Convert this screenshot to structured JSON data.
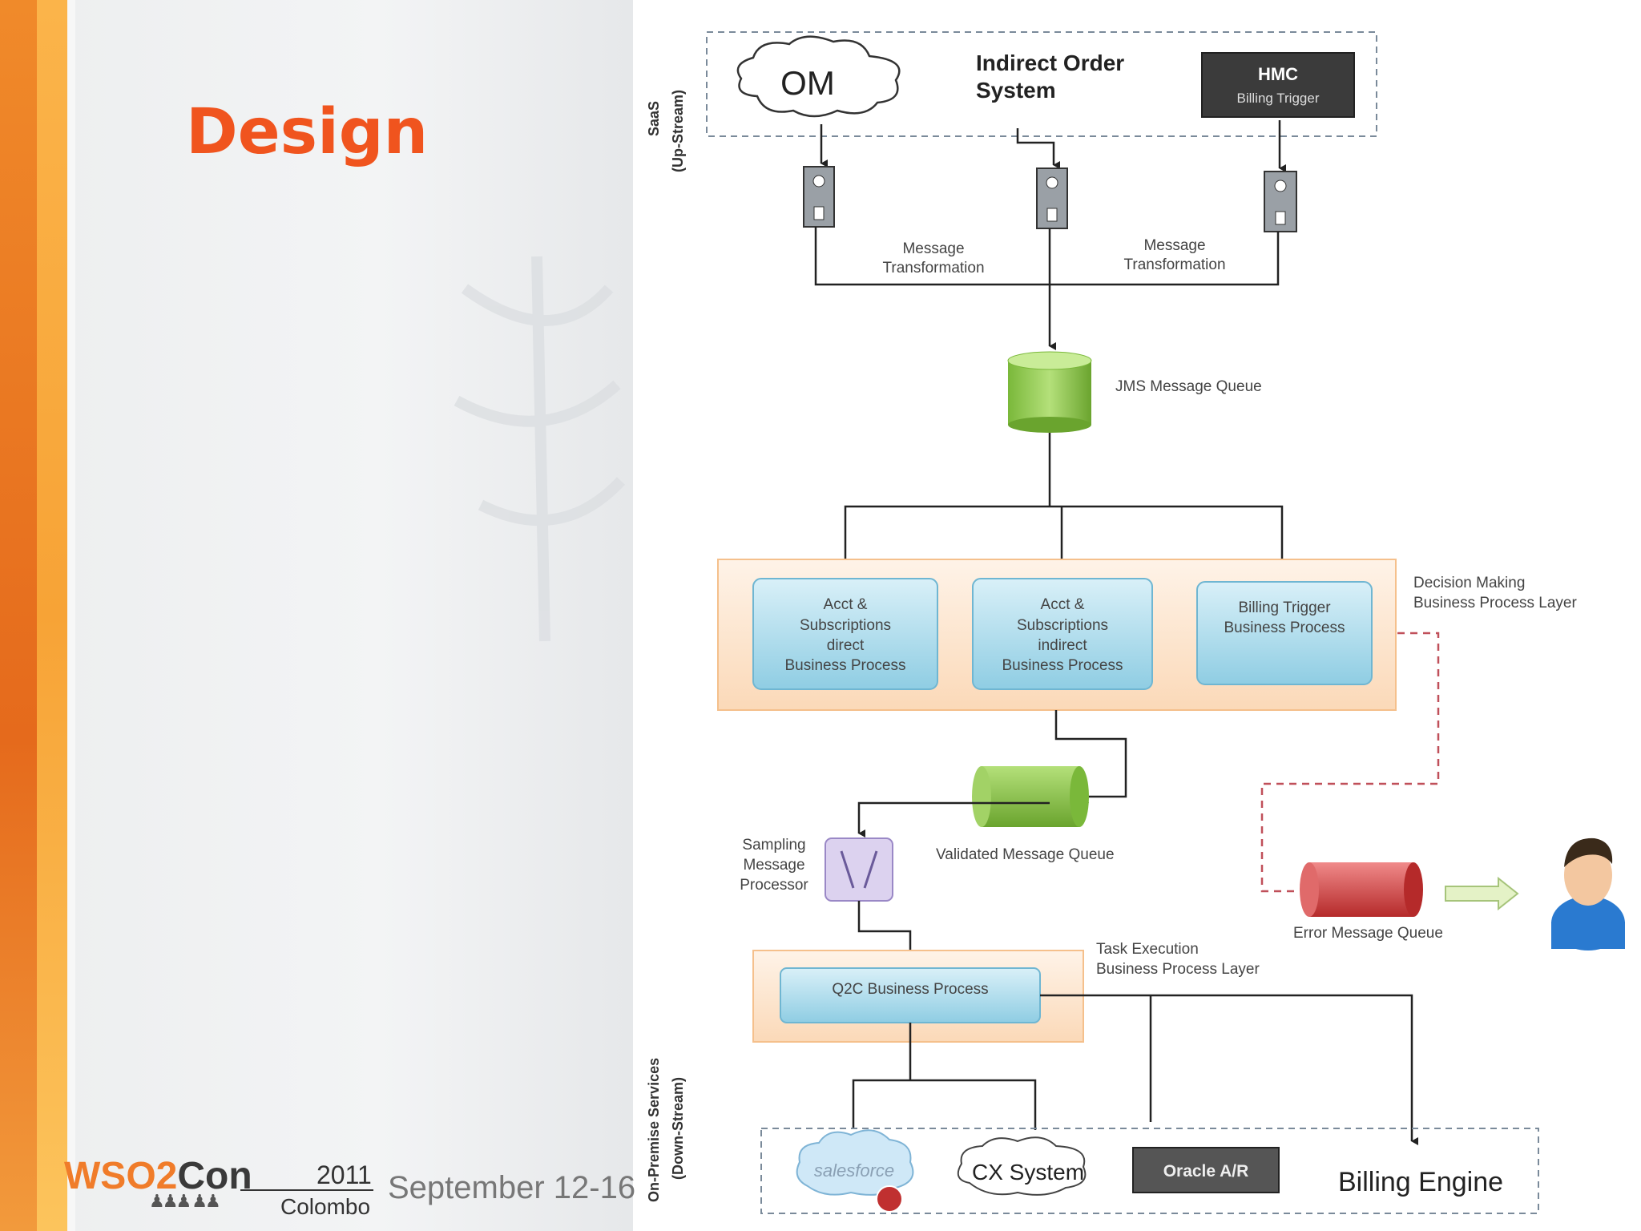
{
  "slide": {
    "title": "Design",
    "footer": {
      "brand_part1": "WSO2",
      "brand_part2": "Con",
      "year": "2011",
      "city": "Colombo",
      "dates": "September 12-16"
    }
  },
  "diagram": {
    "layers": {
      "upstream_label_1": "SaaS",
      "upstream_label_2": "(Up-Stream)",
      "downstream_label_1": "On-Premise Services",
      "downstream_label_2": "(Down-Stream)"
    },
    "sources": {
      "om": "OM",
      "indirect_order_line1": "Indirect Order",
      "indirect_order_line2": "System",
      "hmc_line1": "HMC",
      "hmc_line2": "Billing Trigger"
    },
    "transform_left_line1": "Message",
    "transform_left_line2": "Transformation",
    "transform_right_line1": "Message",
    "transform_right_line2": "Transformation",
    "jms_queue": "JMS Message Queue",
    "decision_layer_line1": "Decision Making",
    "decision_layer_line2": "Business Process Layer",
    "processes": [
      {
        "lines": [
          "Acct &",
          "Subscriptions",
          "direct",
          "Business Process"
        ]
      },
      {
        "lines": [
          "Acct &",
          "Subscriptions",
          "indirect",
          "Business Process"
        ]
      },
      {
        "lines": [
          "Billing Trigger",
          "Business Process"
        ]
      }
    ],
    "validated_queue": "Validated Message Queue",
    "sampling_line1": "Sampling",
    "sampling_line2": "Message",
    "sampling_line3": "Processor",
    "error_queue": "Error Message Queue",
    "task_layer_line1": "Task Execution",
    "task_layer_line2": "Business Process Layer",
    "q2c": "Q2C Business Process",
    "targets": {
      "salesforce": "salesforce",
      "cx": "CX System",
      "oracle": "Oracle A/R",
      "billing_engine": "Billing Engine"
    }
  }
}
